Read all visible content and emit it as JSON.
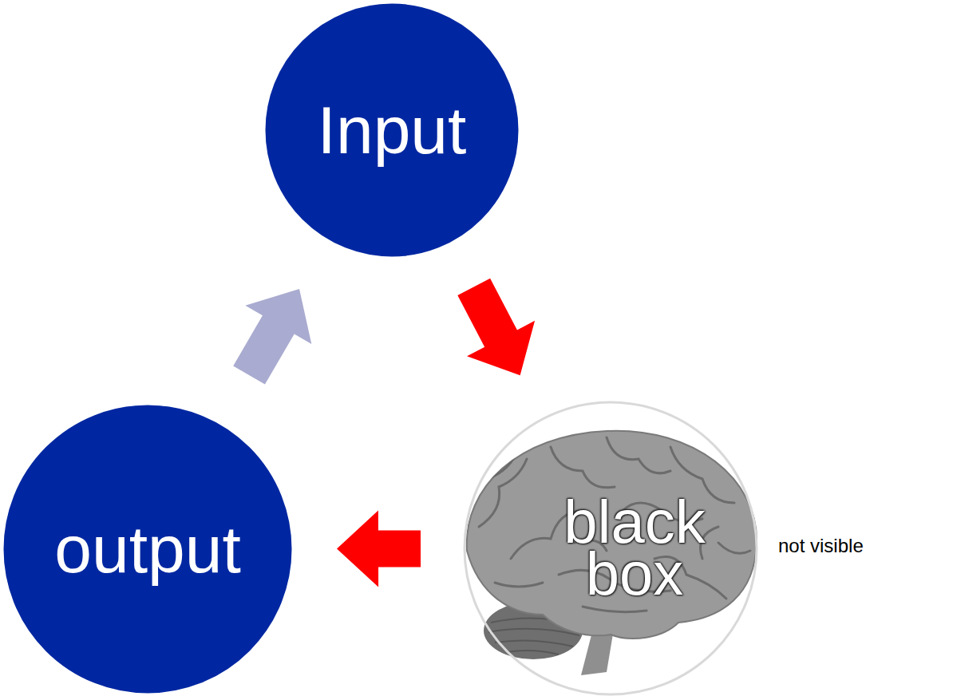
{
  "diagram": {
    "nodes": [
      {
        "text": [
          "Input"
        ]
      },
      {
        "text": [
          "output"
        ]
      },
      {
        "text": [
          "black box"
        ]
      }
    ],
    "edges": [
      {
        "from": 0,
        "to": 2,
        "arrow": "to"
      },
      {
        "from": 2,
        "to": 1,
        "arrow": "to"
      },
      {
        "from": 1,
        "to": 0,
        "arrow": "to"
      }
    ],
    "labels": [
      "not visible"
    ]
  }
}
